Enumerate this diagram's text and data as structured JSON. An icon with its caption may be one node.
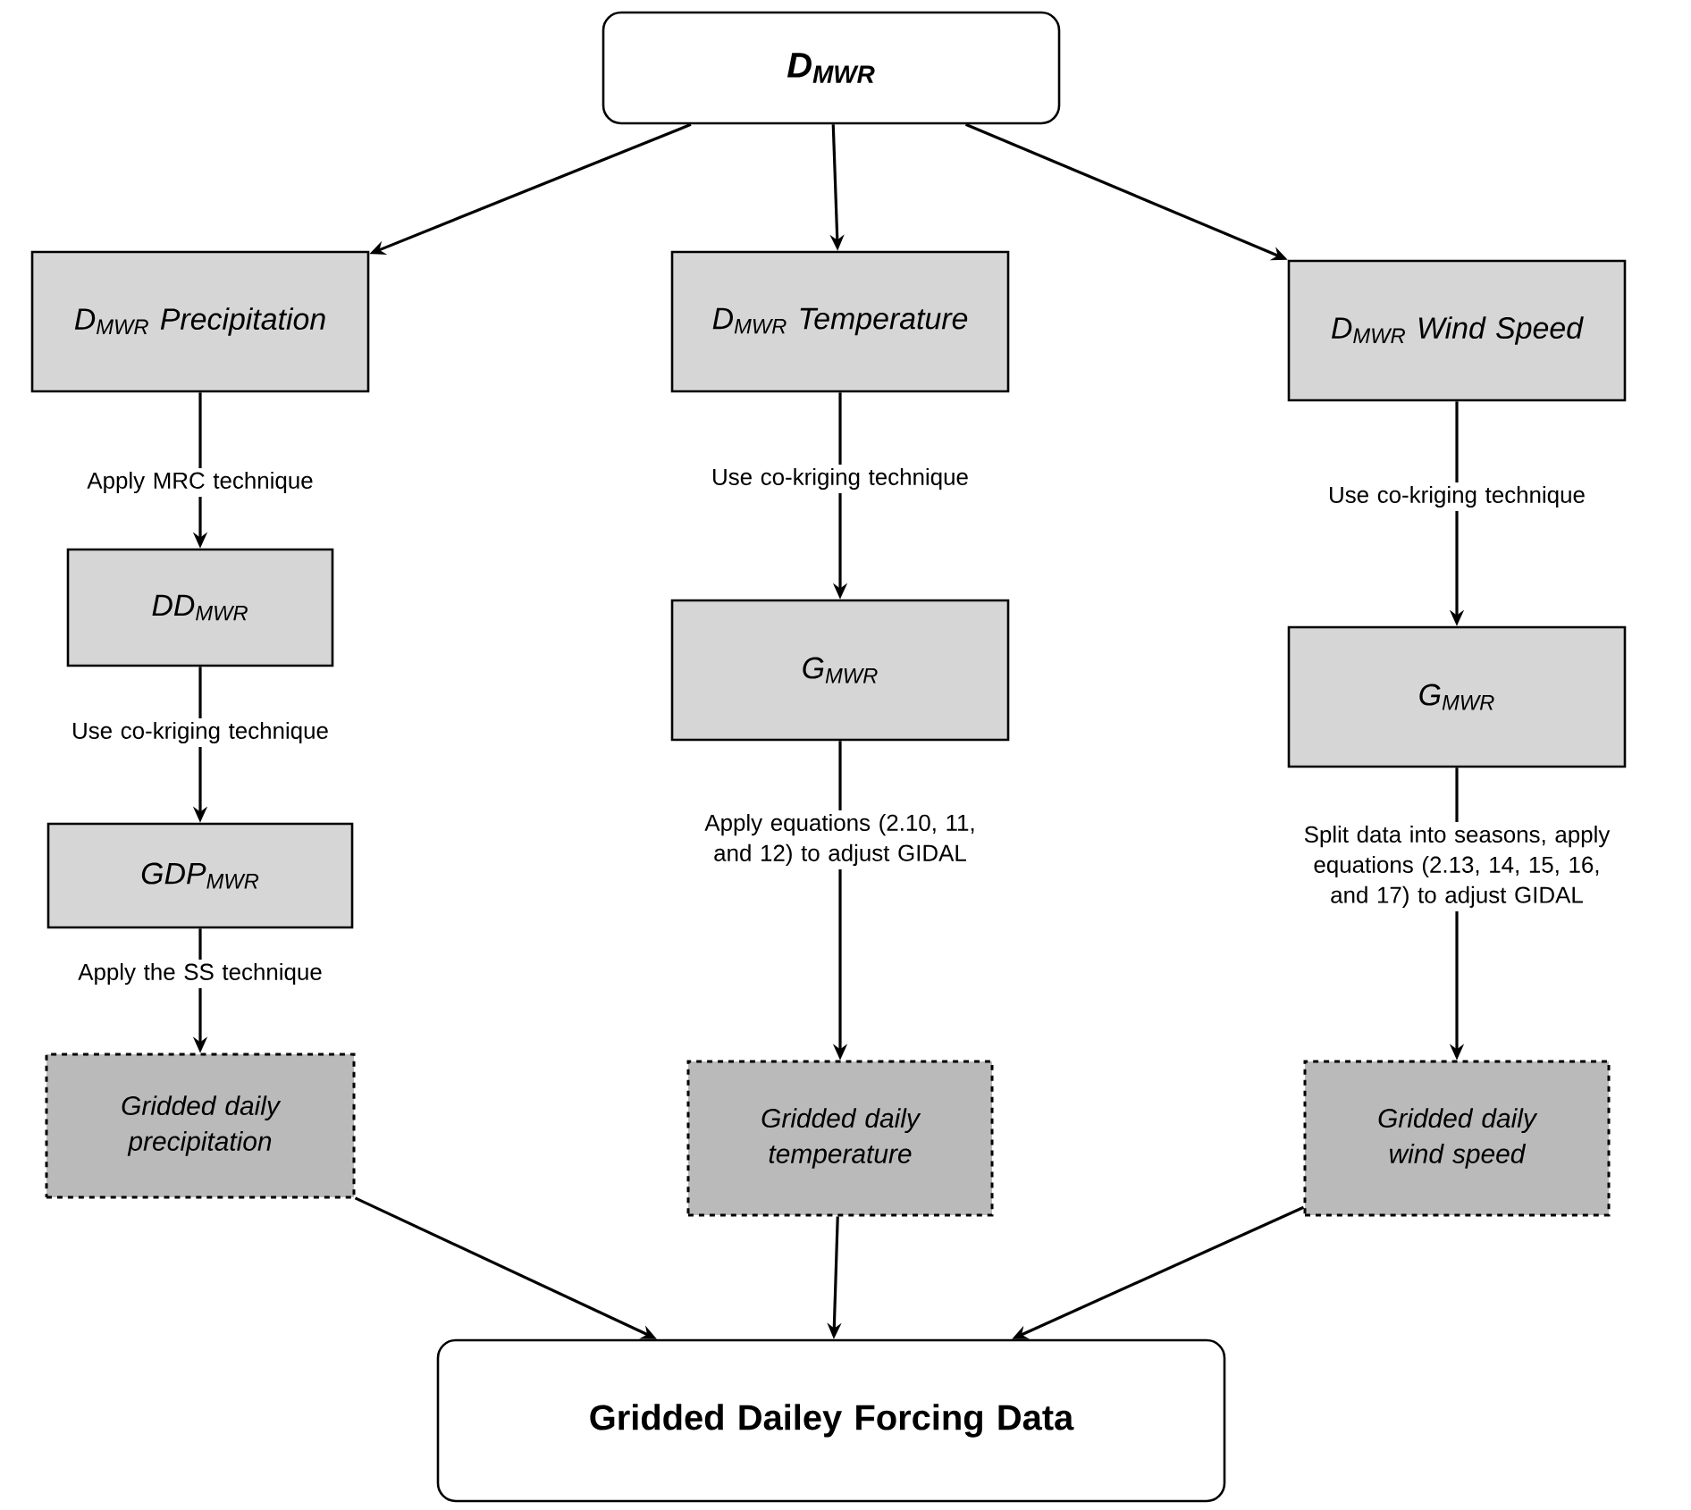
{
  "diagram": {
    "nodes": [
      {
        "text": [
          "D$_{MWR}$"
        ]
      },
      {
        "text": [
          "D$_{MWR}$ Precipitation"
        ]
      },
      {
        "text": [
          "D$_{MWR}$ Temperature"
        ]
      },
      {
        "text": [
          "D$_{MWR}$ Wind Speed"
        ]
      },
      {
        "text": [
          "DD$_{MWR}$"
        ]
      },
      {
        "text": [
          "GDP$_{MWR}$"
        ]
      },
      {
        "text": [
          "Gridded daily precipitation"
        ]
      },
      {
        "text": [
          "G$_{MWR}$"
        ]
      },
      {
        "text": [
          "Gridded daily temperature"
        ]
      },
      {
        "text": [
          "G$_{MWR}$"
        ]
      },
      {
        "text": [
          "Gridded daily wind speed"
        ]
      },
      {
        "text": [
          "Gridded Dailey Forcing Data"
        ]
      }
    ],
    "edges": [
      {
        "from": 0,
        "to": 1,
        "arrow": "to"
      },
      {
        "from": 0,
        "to": 2,
        "arrow": "to"
      },
      {
        "from": 0,
        "to": 3,
        "arrow": "to"
      },
      {
        "from": 1,
        "to": 4,
        "arrow": "to",
        "label": "Apply MRC technique"
      },
      {
        "from": 4,
        "to": 5,
        "arrow": "to",
        "label": "Use co-kriging technique"
      },
      {
        "from": 5,
        "to": 6,
        "arrow": "to",
        "label": "Apply the SS technique"
      },
      {
        "from": 2,
        "to": 7,
        "arrow": "to",
        "label": "Use co-kriging technique"
      },
      {
        "from": 7,
        "to": 8,
        "arrow": "to",
        "label": "Apply equations (2.10, 11, and 12) to adjust GIDAL"
      },
      {
        "from": 3,
        "to": 9,
        "arrow": "to",
        "label": "Use co-kriging technique"
      },
      {
        "from": 9,
        "to": 10,
        "arrow": "to",
        "label": "Split data into seasons, apply equations (2.13, 14, 15, 16, and 17) to adjust GIDAL"
      },
      {
        "from": 6,
        "to": 11,
        "arrow": "to"
      },
      {
        "from": 8,
        "to": 11,
        "arrow": "to"
      },
      {
        "from": 10,
        "to": 11,
        "arrow": "to"
      }
    ]
  }
}
